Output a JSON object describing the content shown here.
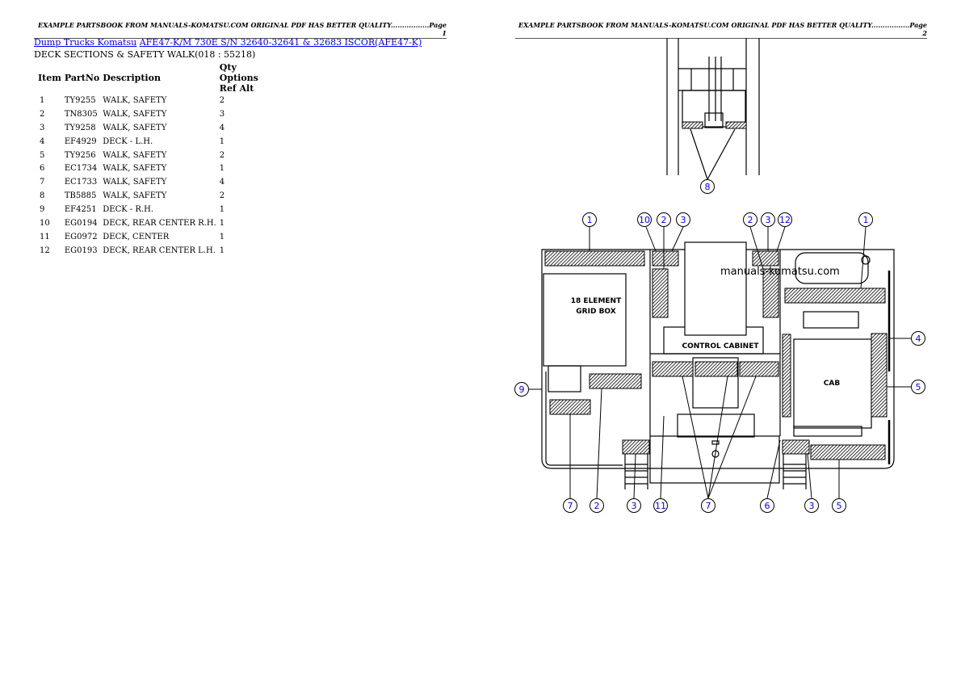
{
  "header": {
    "left": "EXAMPLE PARTSBOOK FROM MANUALS-KOMATSU.COM ORIGINAL PDF HAS BETTER QUALITY.................Page 1",
    "right": "EXAMPLE PARTSBOOK FROM MANUALS-KOMATSU.COM ORIGINAL PDF HAS BETTER QUALITY.................Page 2"
  },
  "breadcrumb": {
    "link1": "Dump Trucks Komatsu",
    "link2": "AFE47-K/M 730E S/N 32640-32641 & 32683 ISCOR(AFE47-K)"
  },
  "section_title": "DECK SECTIONS & SAFETY WALK(018 : 55218)",
  "table": {
    "headers": [
      "Item",
      "PartNo",
      "Description",
      "Qty Options Ref Alt"
    ],
    "rows": [
      [
        "1",
        "TY9255",
        "WALK, SAFETY",
        "2"
      ],
      [
        "2",
        "TN8305",
        "WALK, SAFETY",
        "3"
      ],
      [
        "3",
        "TY9258",
        "WALK, SAFETY",
        "4"
      ],
      [
        "4",
        "EF4929",
        "DECK - L.H.",
        "1"
      ],
      [
        "5",
        "TY9256",
        "WALK, SAFETY",
        "2"
      ],
      [
        "6",
        "EC1734",
        "WALK, SAFETY",
        "1"
      ],
      [
        "7",
        "EC1733",
        "WALK, SAFETY",
        "4"
      ],
      [
        "8",
        "TB5885",
        "WALK, SAFETY",
        "2"
      ],
      [
        "9",
        "EF4251",
        "DECK - R.H.",
        "1"
      ],
      [
        "10",
        "EG0194",
        "DECK, REAR CENTER R.H.",
        "1"
      ],
      [
        "11",
        "EG0972",
        "DECK, CENTER",
        "1"
      ],
      [
        "12",
        "EG0193",
        "DECK, REAR CENTER L.H.",
        "1"
      ]
    ]
  },
  "diagram": {
    "labels": {
      "grid_box_1": "18 ELEMENT",
      "grid_box_2": "GRID BOX",
      "control_cabinet": "CONTROL CABINET",
      "cab": "CAB",
      "watermark": "manuals-komatsu.com"
    },
    "callouts": [
      "8",
      "1",
      "10",
      "2",
      "3",
      "2",
      "3",
      "12",
      "1",
      "4",
      "5",
      "9",
      "7",
      "2",
      "3",
      "11",
      "7",
      "6",
      "3",
      "5"
    ],
    "callout_color": "#0000ff"
  }
}
